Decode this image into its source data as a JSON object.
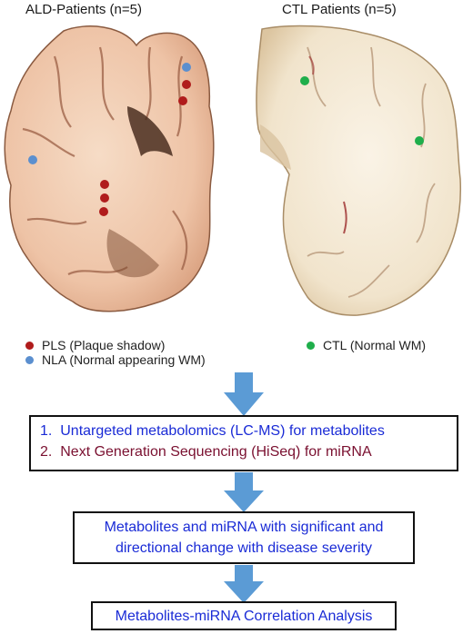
{
  "panels": {
    "left_title": "ALD-Patients (n=5)",
    "right_title": "CTL Patients (n=5)"
  },
  "legend": {
    "pls": {
      "label": "PLS (Plaque shadow)",
      "color": "#b01c1c"
    },
    "nla": {
      "label": "NLA (Normal appearing WM)",
      "color": "#5b8fcf"
    },
    "ctl": {
      "label": "CTL (Normal WM)",
      "color": "#1fae4b"
    }
  },
  "workflow": {
    "step1": {
      "number": "1.",
      "text": "Untargeted metabolomics (LC-MS) for metabolites",
      "color": "#1a2bd6"
    },
    "step2": {
      "number": "2.",
      "text": "Next Generation Sequencing (HiSeq) for miRNA",
      "color": "#7a1030"
    },
    "box2_line1": "Metabolites and miRNA with significant and",
    "box2_line2": "directional change with disease severity",
    "box3": "Metabolites-miRNA Correlation Analysis",
    "text_color": "#1a2bd6",
    "arrow_color": "#5b9bd5"
  }
}
